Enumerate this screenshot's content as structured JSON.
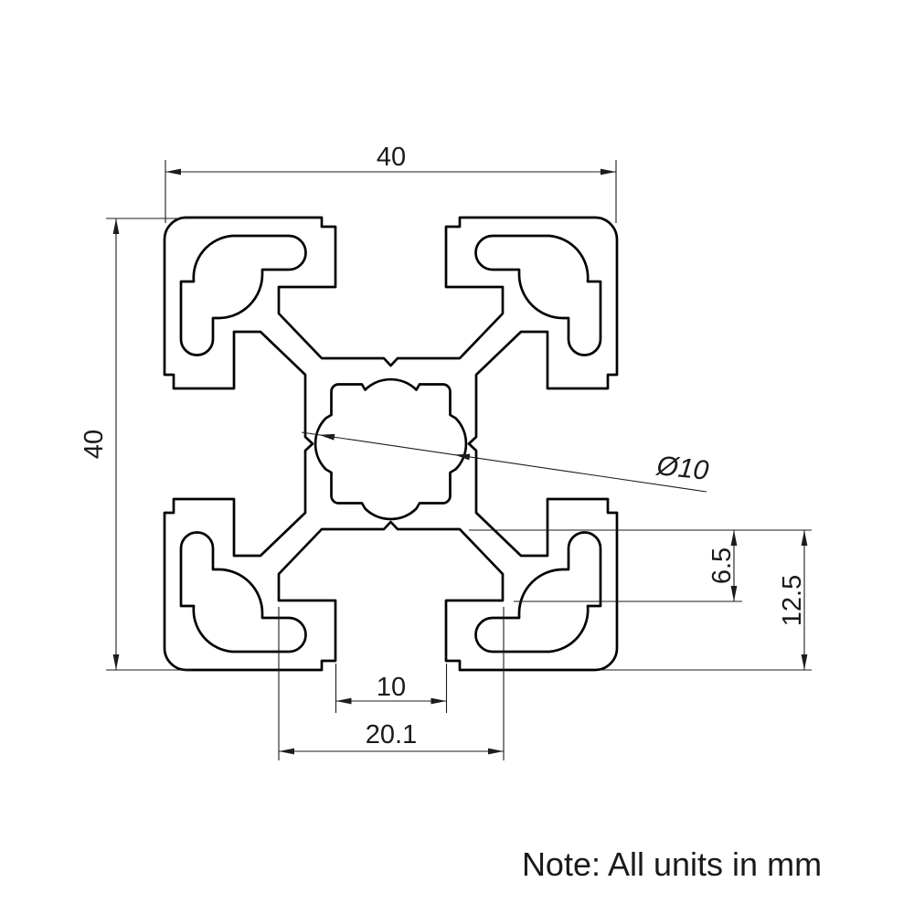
{
  "drawing": {
    "type": "technical-cross-section",
    "subject": "aluminium extrusion profile 40x40 T-slot",
    "note": "Note: All units in mm",
    "units": "mm",
    "dimensions": {
      "overall_width": "40",
      "overall_height": "40",
      "center_bore_diameter": "Ø10",
      "slot_inner_depth": "6.5",
      "slot_total_depth": "12.5",
      "slot_opening_width": "10",
      "slot_cavity_width": "20.1"
    },
    "colors": {
      "outline": "#000000",
      "dimension_lines": "#1c1c1c",
      "text": "#1a1a1a",
      "background": "#ffffff"
    }
  }
}
